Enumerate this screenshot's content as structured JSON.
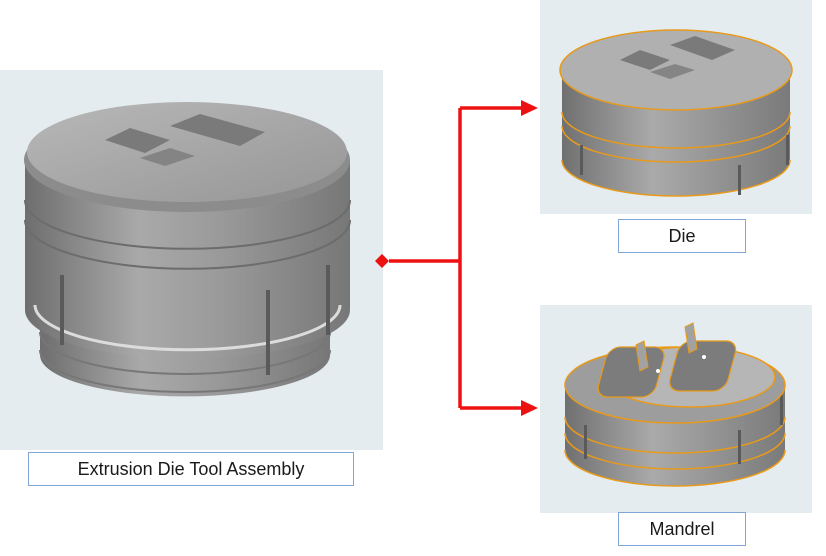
{
  "assembly": {
    "caption": "Extrusion Die Tool Assembly"
  },
  "die": {
    "caption": "Die"
  },
  "mandrel": {
    "caption": "Mandrel"
  },
  "colors": {
    "panel_bg": "#e4ecf0",
    "connector": "#ee1111",
    "caption_border": "#7fa6d6",
    "edge_highlight": "#e89a1a",
    "metal": "#9a9a9a"
  },
  "icons": [
    "connector-diamond-icon",
    "arrow-right-icon"
  ]
}
